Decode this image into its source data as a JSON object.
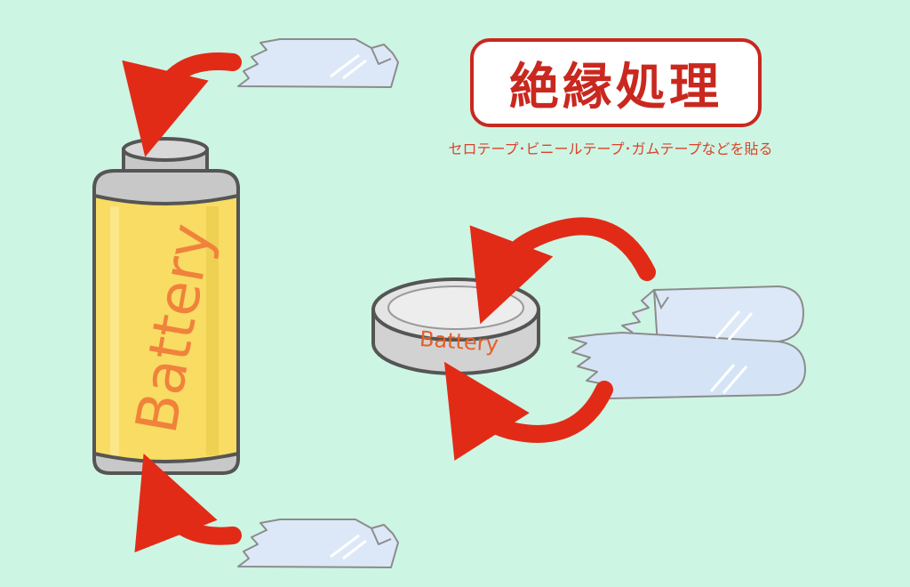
{
  "title": "絶縁処理",
  "subtitle": "セロテープ･ビニールテープ･ガムテープなどを貼る",
  "labels": {
    "cylinder_battery": "Battery",
    "coin_battery": "Battery"
  },
  "colors": {
    "background": "#cdf5e4",
    "arrow": "#e22b17",
    "title": "#c9281f",
    "battery_body": "#f8dc63",
    "battery_label": "#f0823c",
    "battery_cap": "#c8c8c8",
    "outline": "#555555",
    "tape": "#dce8f7"
  },
  "icons": [
    "curved-arrow-icon",
    "tape-piece-icon",
    "aa-battery-icon",
    "coin-battery-icon"
  ]
}
